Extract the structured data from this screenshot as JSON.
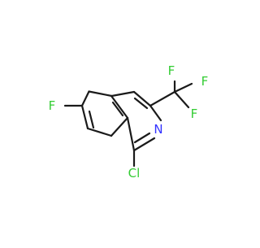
{
  "molecule": {
    "atom_labels": {
      "fluorine_ring": "F",
      "nitrogen": "N",
      "chlorine": "Cl",
      "cf3_f_top": "F",
      "cf3_f_right": "F",
      "cf3_f_bottom": "F"
    },
    "colors": {
      "bond": "#1a1a1a",
      "fluorine": "#33cc33",
      "nitrogen": "#3333ff",
      "chlorine": "#33cc33",
      "background": "#ffffff"
    }
  }
}
